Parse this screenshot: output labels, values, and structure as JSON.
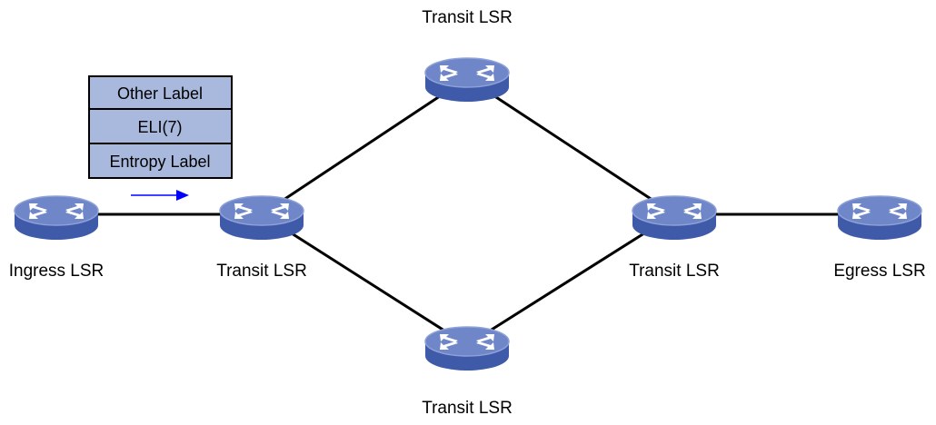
{
  "diagram": {
    "colors": {
      "router_top": "#6f86c8",
      "router_side": "#3f5aa8",
      "router_rim": "#8ea2d8",
      "router_arrows": "#ffffff",
      "link": "#000000",
      "label_stack_fill": "#a9b9dd",
      "label_stack_border": "#000000",
      "flow_arrow": "#0000ff"
    },
    "nodes": [
      {
        "id": "ingress",
        "label": "Ingress LSR",
        "icon": "router-icon"
      },
      {
        "id": "transit_left",
        "label": "Transit LSR",
        "icon": "router-icon"
      },
      {
        "id": "transit_top",
        "label": "Transit LSR",
        "icon": "router-icon"
      },
      {
        "id": "transit_bottom",
        "label": "Transit LSR",
        "icon": "router-icon"
      },
      {
        "id": "transit_right",
        "label": "Transit LSR",
        "icon": "router-icon"
      },
      {
        "id": "egress",
        "label": "Egress LSR",
        "icon": "router-icon"
      }
    ],
    "links": [
      {
        "from": "ingress",
        "to": "transit_left"
      },
      {
        "from": "transit_left",
        "to": "transit_top"
      },
      {
        "from": "transit_left",
        "to": "transit_bottom"
      },
      {
        "from": "transit_top",
        "to": "transit_right"
      },
      {
        "from": "transit_bottom",
        "to": "transit_right"
      },
      {
        "from": "transit_right",
        "to": "egress"
      }
    ],
    "label_stack": [
      "Other Label",
      "ELI(7)",
      "Entropy Label"
    ]
  }
}
